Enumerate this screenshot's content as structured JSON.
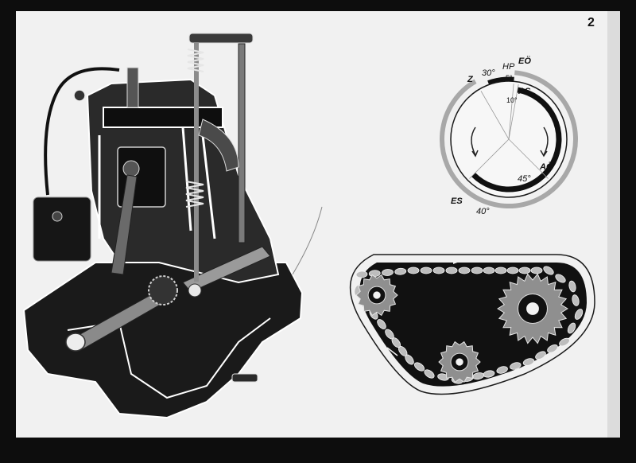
{
  "page_number": "2",
  "colors": {
    "board": "#f1f1f1",
    "frame": "#0d0d0d",
    "engine_dark": "#151515",
    "engine_mid": "#3a3a3a",
    "outline": "#ffffff",
    "arc_light": "#a8a8a8",
    "arc_dark": "#101010"
  },
  "timing_diagram": {
    "labels": {
      "z": "Z",
      "deg_30": "30°",
      "hp": "HP",
      "eo": "EÖ",
      "deg_5": "5°",
      "as": "AS",
      "deg_10": "10°",
      "ao": "AÖ",
      "deg_45": "45°",
      "es": "ES",
      "deg_40": "40°"
    }
  },
  "icons": {
    "rotation_arrows": "curved-arrow-icon",
    "chain_direction": "arrow-right-icon",
    "sprockets": "sprocket-icon"
  }
}
